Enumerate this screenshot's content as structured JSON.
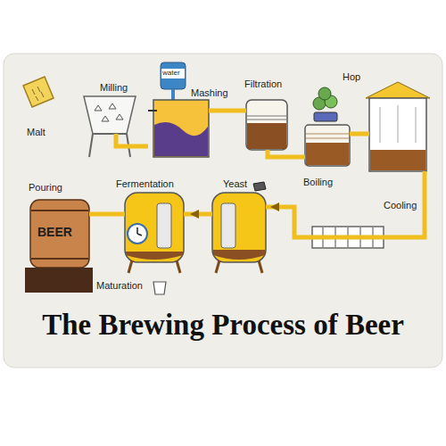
{
  "diagram": {
    "title": "The Brewing Process of Beer",
    "nodes": [
      {
        "text": [
          "Malt"
        ]
      },
      {
        "text": [
          "Milling"
        ]
      },
      {
        "text": [
          "Mashing"
        ]
      },
      {
        "text": [
          "Filtration"
        ]
      },
      {
        "text": [
          "Boiling"
        ]
      },
      {
        "text": [
          "Cooling"
        ]
      },
      {
        "text": [
          "Yeast"
        ]
      },
      {
        "text": [
          "Fermentation"
        ]
      },
      {
        "text": [
          "Pouring",
          "BEER"
        ]
      }
    ],
    "edges": [
      {
        "from": 1,
        "to": 2,
        "arrow": "none"
      },
      {
        "from": 2,
        "to": 3,
        "arrow": "none"
      },
      {
        "from": 3,
        "to": 4,
        "arrow": "none"
      },
      {
        "from": 4,
        "to": 5,
        "arrow": "none"
      },
      {
        "from": 5,
        "to": 6,
        "arrow": "to"
      },
      {
        "from": 6,
        "to": 7,
        "arrow": "to"
      },
      {
        "from": 7,
        "to": 8,
        "arrow": "none"
      }
    ],
    "labels": [
      "water",
      "Hop",
      "Maturation"
    ]
  }
}
